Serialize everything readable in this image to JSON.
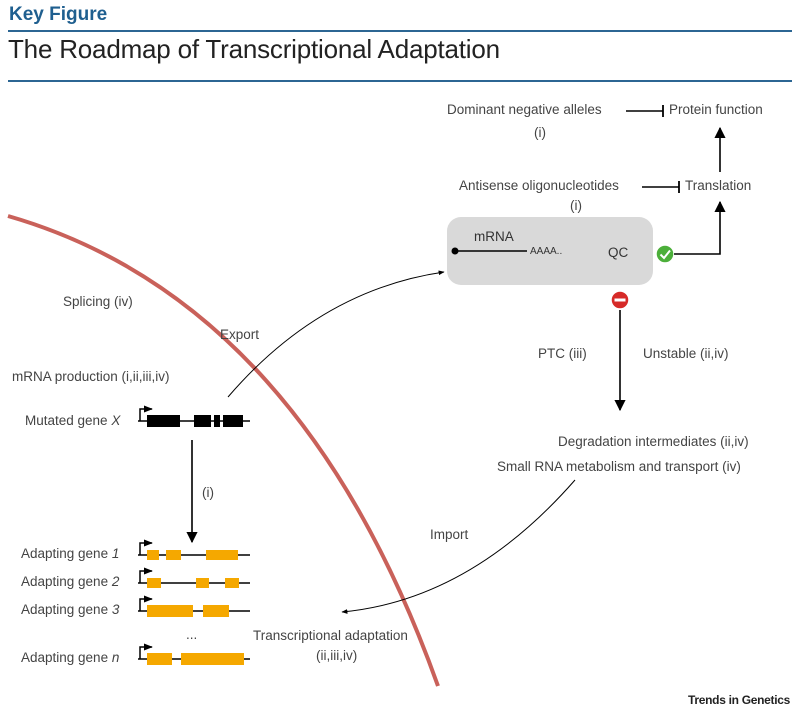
{
  "header": {
    "key_figure": "Key Figure",
    "title": "The Roadmap of Transcriptional Adaptation"
  },
  "nodes": {
    "dominant_negative": "Dominant negative alleles",
    "dominant_negative_ref": "(i)",
    "protein_function": "Protein function",
    "antisense": "Antisense oligonucleotides",
    "antisense_ref": "(i)",
    "translation": "Translation",
    "mrna": "mRNA",
    "polya": "AAAA..",
    "qc": "QC",
    "splicing": "Splicing (iv)",
    "export": "Export",
    "mrna_production": "mRNA production (i,ii,iii,iv)",
    "mutated_gene_prefix": "Mutated gene ",
    "mutated_gene_var": "X",
    "ptc": "PTC  (iii)",
    "unstable": "Unstable  (ii,iv)",
    "degradation": "Degradation intermediates (ii,iv)",
    "small_rna": "Small RNA metabolism and transport  (iv)",
    "import": "Import",
    "arrow_ref": "(i)",
    "ellipsis": "...",
    "transcriptional_adaptation": "Transcriptional adaptation",
    "transcriptional_adaptation_ref": "(ii,iii,iv)"
  },
  "adapting_genes": [
    {
      "prefix": "Adapting gene ",
      "var": "1"
    },
    {
      "prefix": "Adapting gene ",
      "var": "2"
    },
    {
      "prefix": "Adapting gene ",
      "var": "3"
    },
    {
      "prefix": "Adapting gene ",
      "var": "n"
    }
  ],
  "footer": {
    "credit": "Trends in Genetics"
  },
  "colors": {
    "header_blue": "#1f5f8f",
    "nucleus_membrane": "#c9615a",
    "exon_orange": "#f5a800",
    "qc_pass": "#4caf3a",
    "qc_fail": "#d62a28",
    "qc_box": "#d9d9d9"
  },
  "icons": [
    "check-icon",
    "minus-icon",
    "promoter-arrow-icon"
  ]
}
